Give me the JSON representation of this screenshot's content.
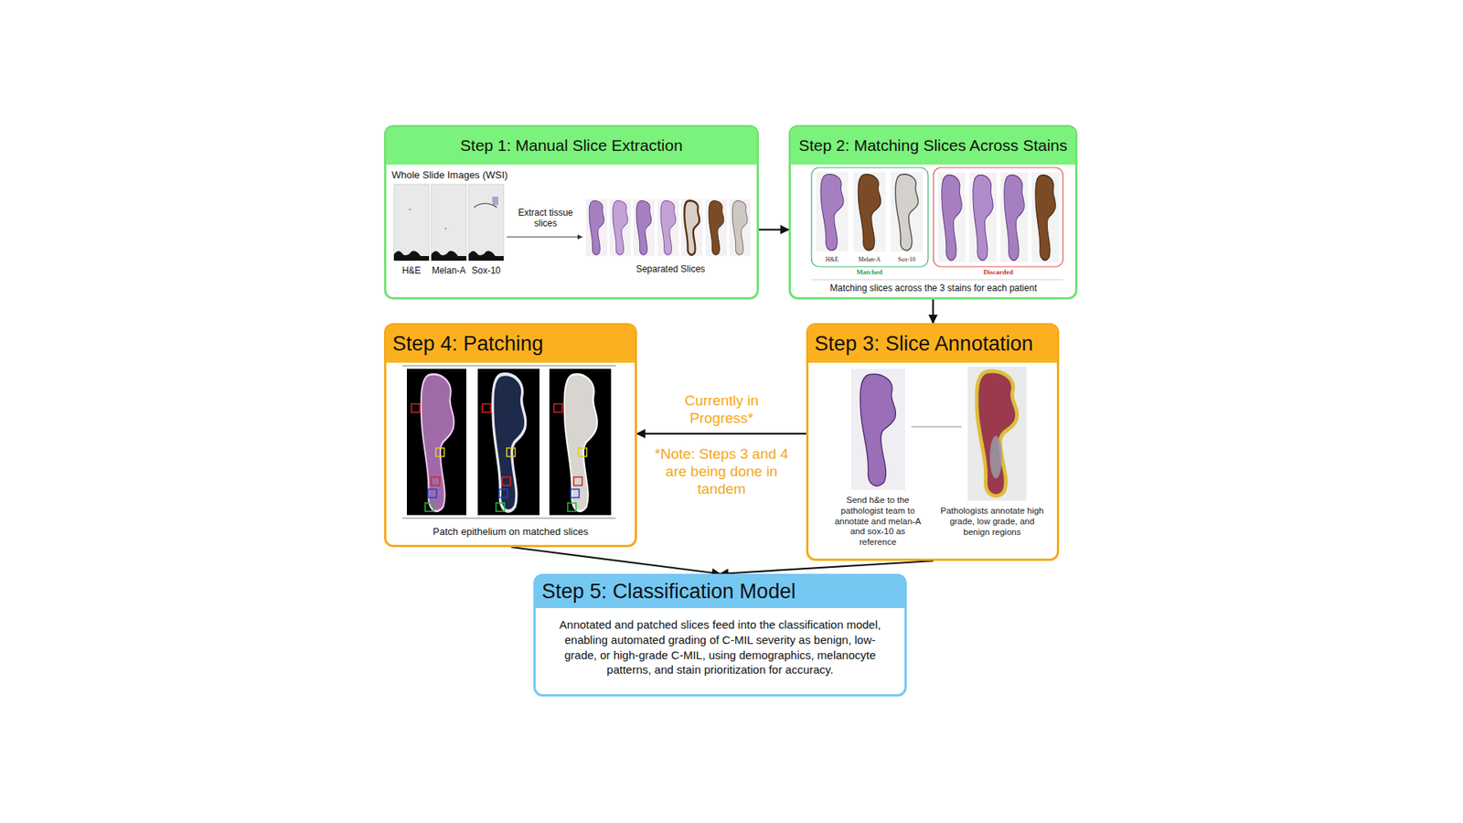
{
  "diagram": {
    "nodes": [
      {
        "text": [
          "Step 1: Manual Slice Extraction"
        ]
      },
      {
        "text": [
          "Step 2: Matching Slices Across Stains"
        ]
      },
      {
        "text": [
          "Step 3: Slice Annotation"
        ]
      },
      {
        "text": [
          "Step 4: Patching"
        ]
      },
      {
        "text": [
          "Step 5: Classification Model",
          "Annotated and patched slices feed into the classification model, enabling automated grading of C-MIL severity as benign, low-grade, or high-grade C-MIL, using demographics, melanocyte patterns, and stain prioritization for accuracy."
        ]
      }
    ],
    "edges": [
      {
        "from": 0,
        "to": 1,
        "arrow": "to"
      },
      {
        "from": 1,
        "to": 2,
        "arrow": "to"
      },
      {
        "from": 2,
        "to": 3,
        "label": "Currently in Progress*",
        "arrow": "to"
      },
      {
        "from": 3,
        "to": 4,
        "arrow": "to"
      },
      {
        "from": 2,
        "to": 4,
        "arrow": "to"
      }
    ],
    "labels": [
      "Whole Slide Images (WSI)",
      "H&E",
      "Melan-A",
      "Sox-10",
      "Extract tissue slices",
      "Separated Slices",
      "H&E",
      "Melan-A",
      "Sox-10",
      "Matched",
      "Discarded",
      "Matching slices across the 3 stains for each patient",
      "Send h&e to the pathologist team to annotate and melan-A and sox-10 as reference",
      "Pathologists annotate high grade, low grade, and benign regions",
      "Patch epithelium on matched slices",
      "*Note: Steps 3 and 4 are being done in tandem"
    ]
  }
}
